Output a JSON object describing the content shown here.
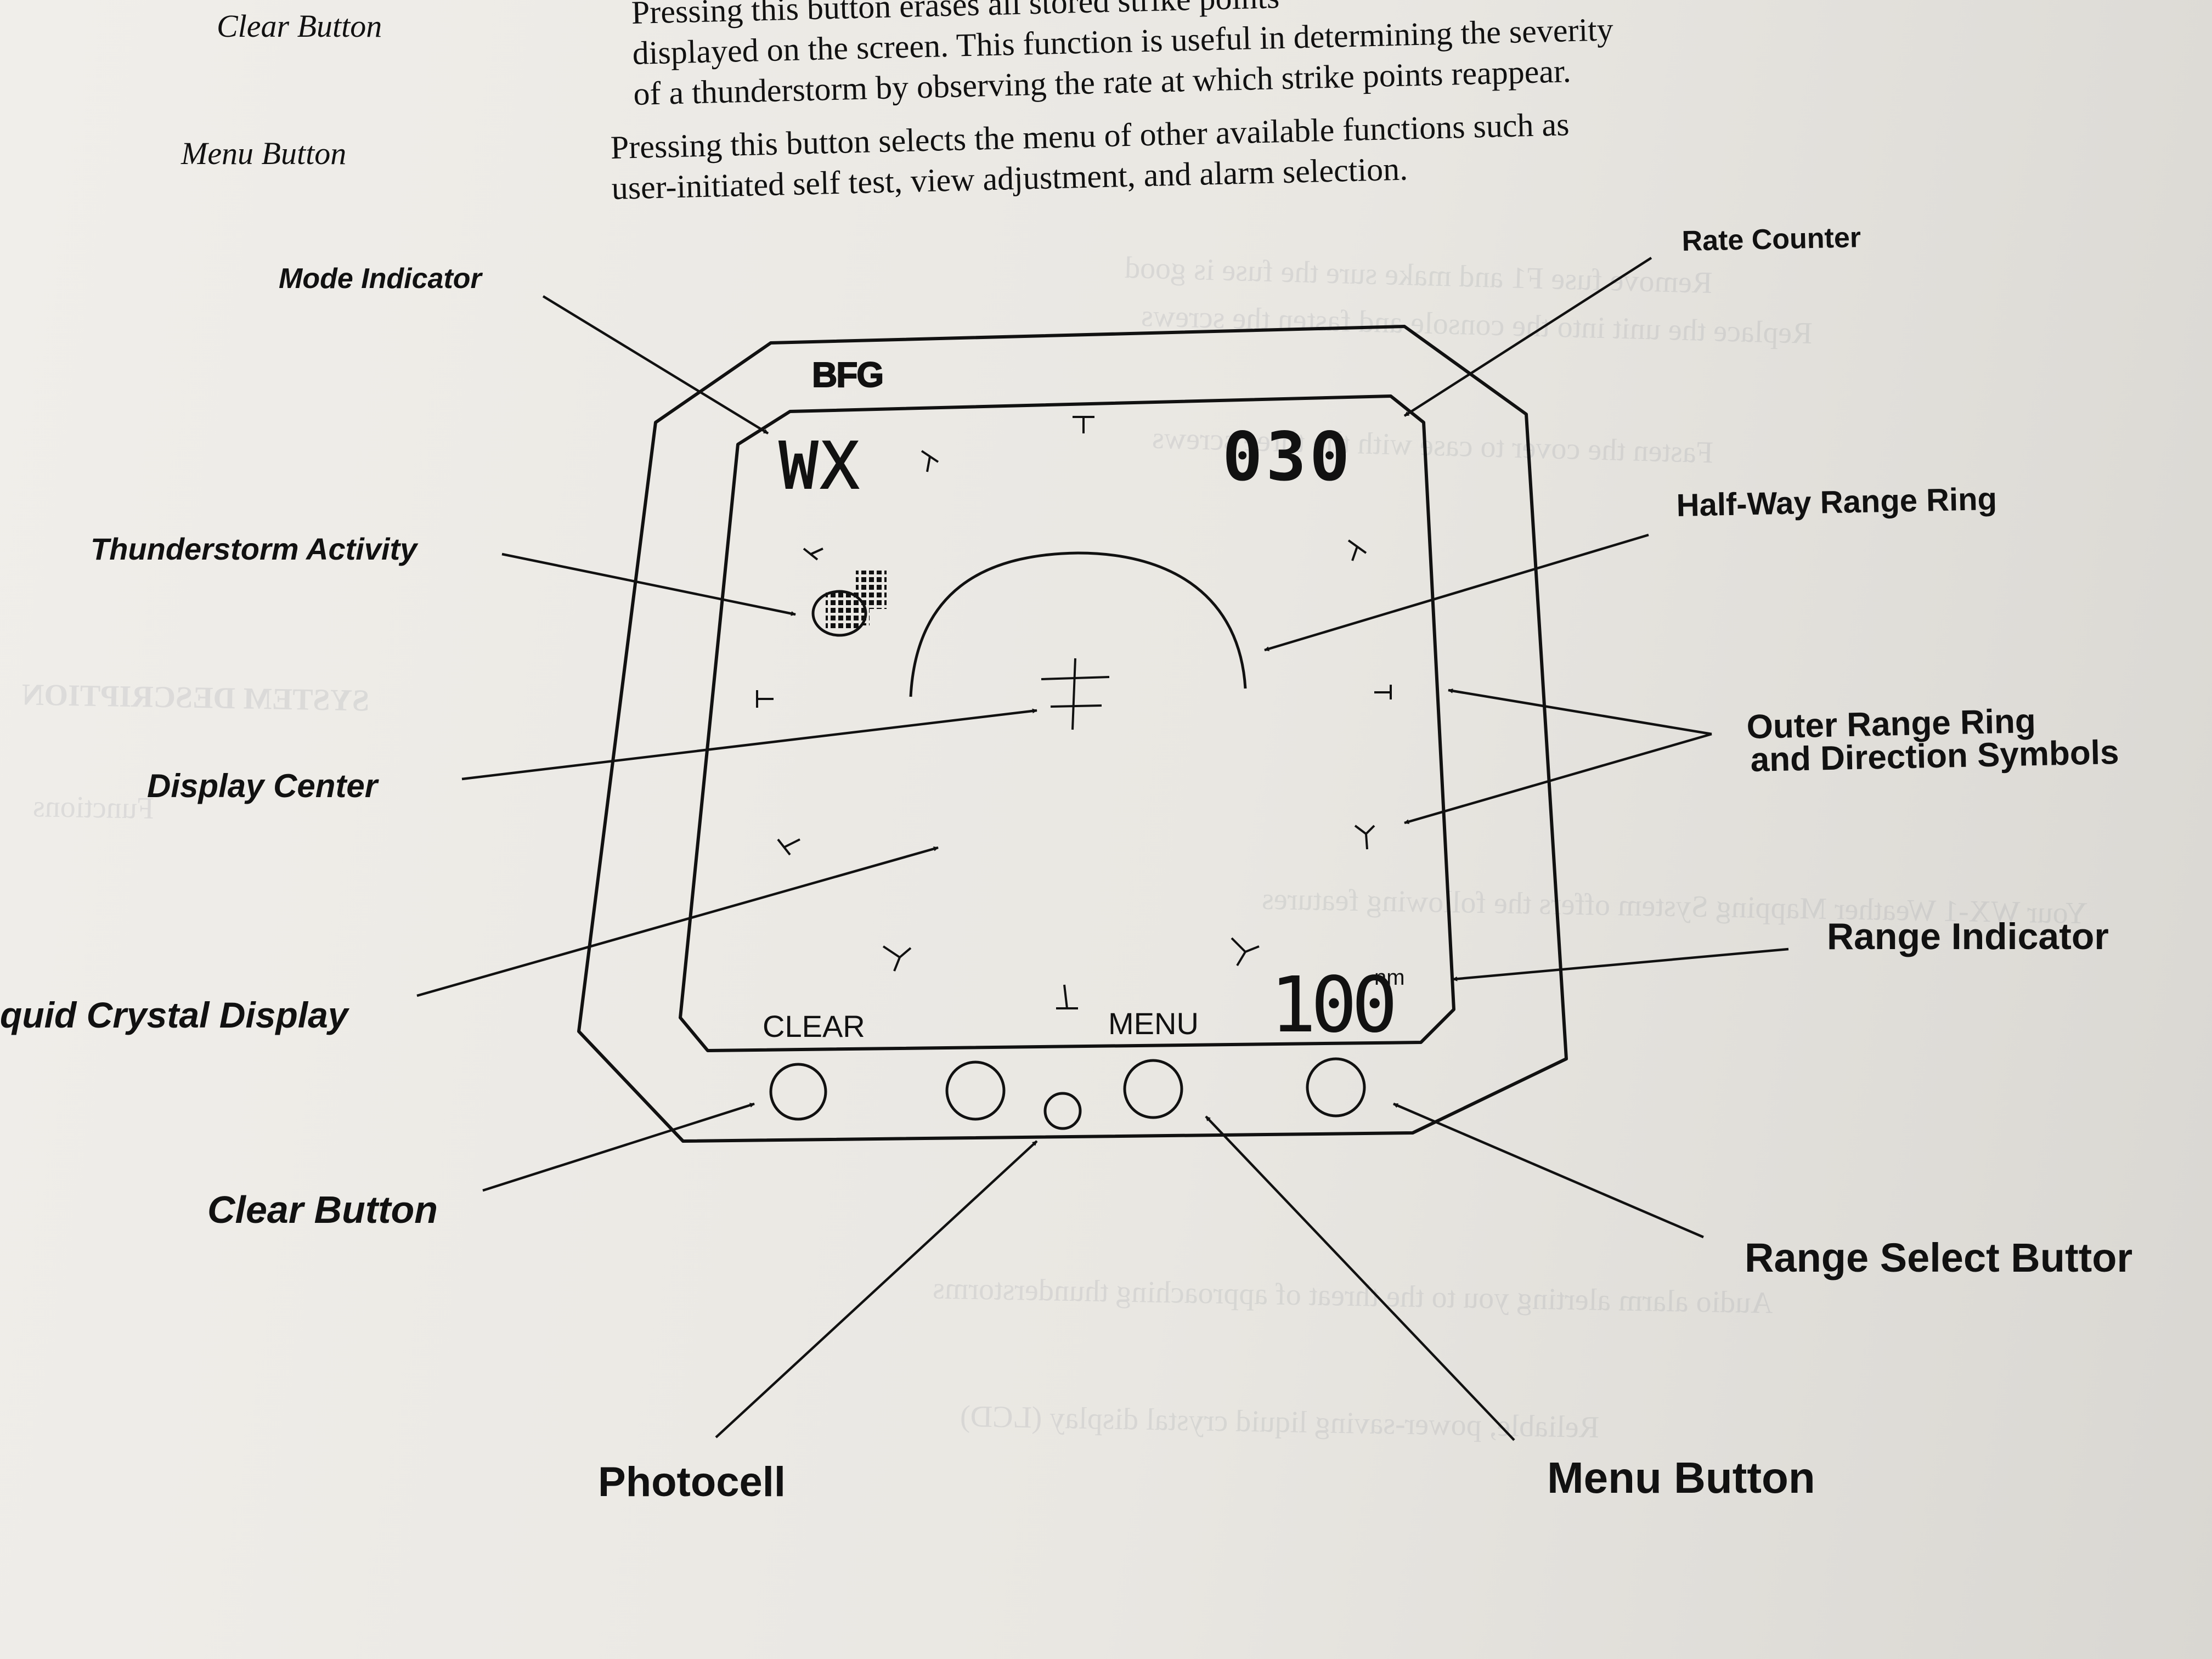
{
  "text_top": {
    "clear_button": {
      "label": "Clear Button",
      "line1": "Pressing this button erases all stored strike points",
      "line2": "displayed on the screen.  This function is useful in determining the severity",
      "line3": "of a thunderstorm by observing the rate at which strike points reappear."
    },
    "menu_button": {
      "label": "Menu Button",
      "line1": "Pressing this button selects the menu of other available functions such as",
      "line2": "user-initiated self test, view adjustment, and alarm selection."
    }
  },
  "callouts": {
    "mode_indicator": "Mode  Indicator",
    "rate_counter": "Rate  Counter",
    "thunderstorm_activity": "Thunderstorm  Activity",
    "half_way_range_ring": "Half-Way  Range  Ring",
    "outer_range_ring_1": "Outer  Range  Ring",
    "outer_range_ring_2": "and  Direction  Symbols",
    "display_center": "Display  Center",
    "liquid_crystal_display": "quid  Crystal  Display",
    "range_indicator": "Range  Indicator",
    "clear_button": "Clear  Button",
    "range_select_button": "Range  Select  Buttor",
    "photocell": "Photocell",
    "menu_button": "Menu  Button"
  },
  "device": {
    "brand": "BFG",
    "mode": "WX",
    "rate": "030",
    "range_value": "100",
    "range_unit": "nm",
    "clear_label": "CLEAR",
    "menu_label": "MENU"
  },
  "bleed_through": [
    "Remove fuse F1 and make sure the fuse is good",
    "Replace the unit into the console and fasten the screws",
    "Fasten the cover to case with the three screws",
    "SYSTEM DESCRIPTION",
    "Functions",
    "Your WX-1 Weather Mapping System offers the following features",
    "Audio alarm alerting you to the threat of approaching thunderstorms",
    "Reliable, power-saving liquid crystal display (LCD)"
  ],
  "colors": {
    "ink": "#111111",
    "paper": "#eceae5",
    "bleed": "#8a8f99"
  }
}
